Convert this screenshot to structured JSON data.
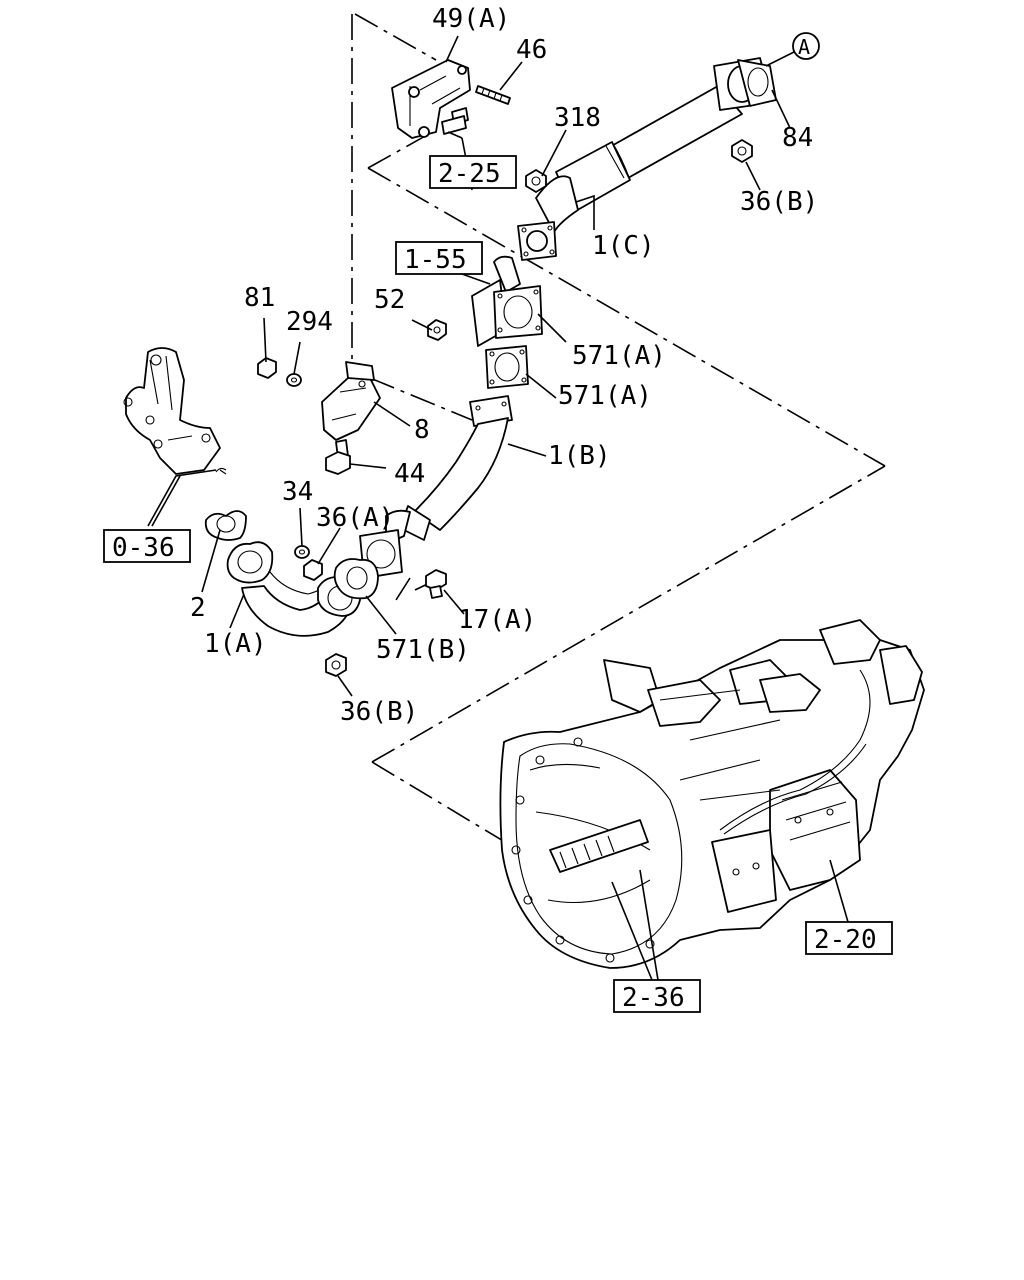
{
  "callouts": {
    "c49a": "49(A)",
    "c46": "46",
    "c318": "318",
    "c84": "84",
    "c36b_top": "36(B)",
    "c1c": "1(C)",
    "c52": "52",
    "c571a_1": "571(A)",
    "c571a_2": "571(A)",
    "c81": "81",
    "c294": "294",
    "c8": "8",
    "c44": "44",
    "c1b": "1(B)",
    "c34": "34",
    "c36a": "36(A)",
    "c2": "2",
    "c1a": "1(A)",
    "c571b": "571(B)",
    "c17a": "17(A)",
    "c36b_bottom": "36(B)",
    "circle_a": "A"
  },
  "references": {
    "r2_25": "2-25",
    "r1_55": "1-55",
    "r0_36": "0-36",
    "r2_20": "2-20",
    "r2_36": "2-36"
  }
}
